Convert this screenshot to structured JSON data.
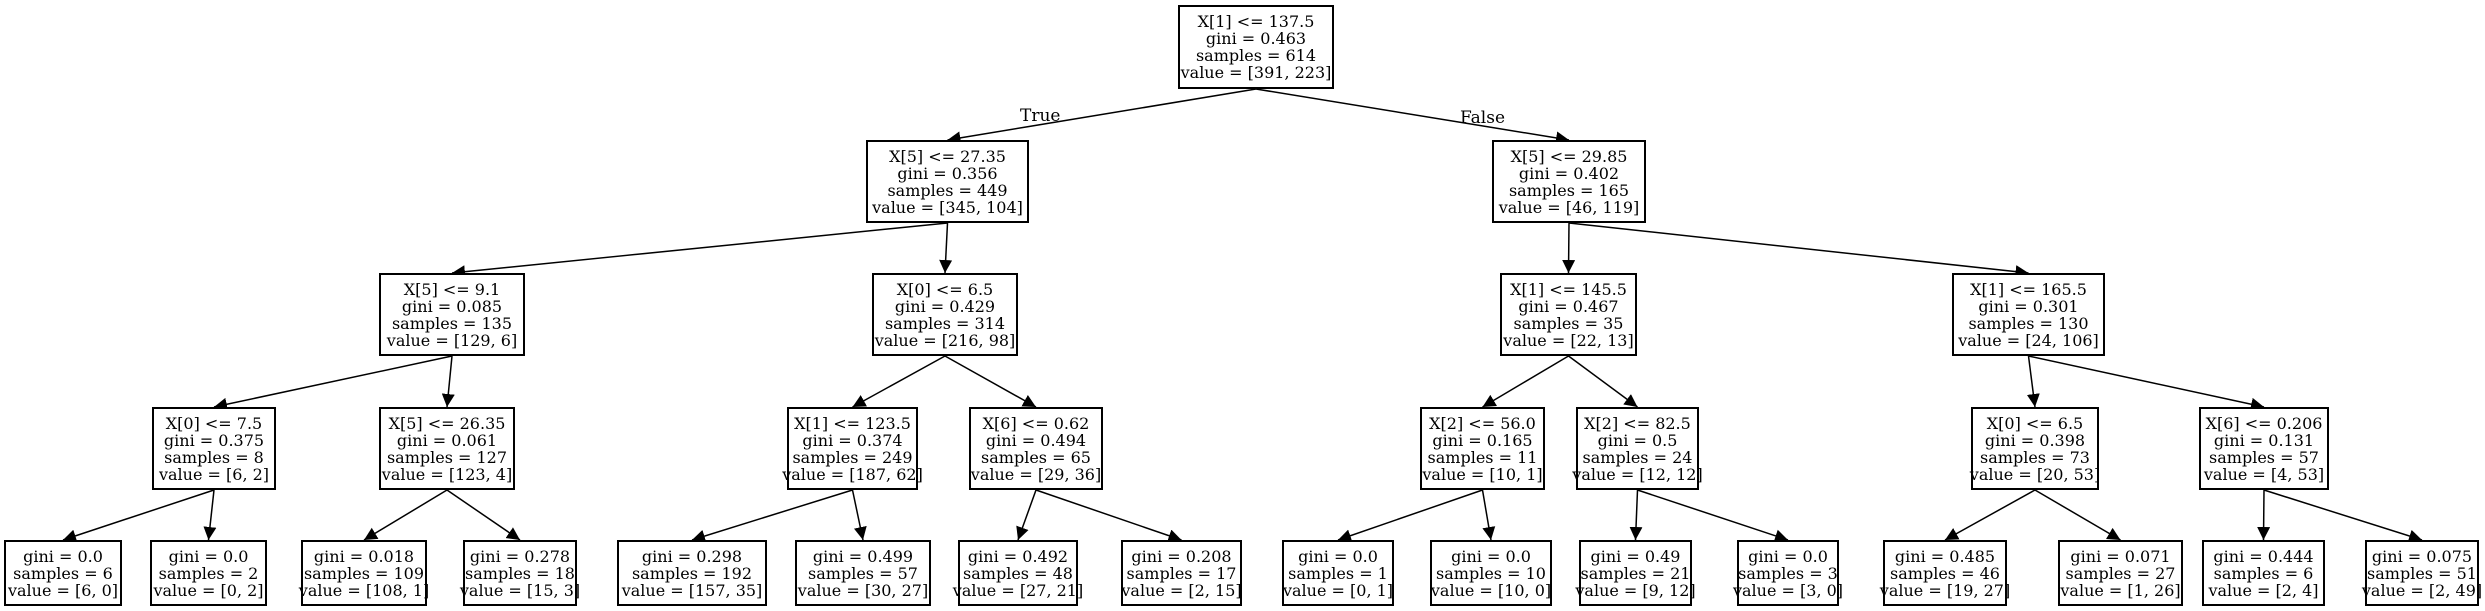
{
  "edge_labels": {
    "left": "True",
    "right": "False"
  },
  "nodes": [
    {
      "id": "n0",
      "lines": [
        "X[1] <= 137.5",
        "gini = 0.463",
        "samples = 614",
        "value = [391, 223]"
      ]
    },
    {
      "id": "n1",
      "lines": [
        "X[5] <= 27.35",
        "gini = 0.356",
        "samples = 449",
        "value = [345, 104]"
      ]
    },
    {
      "id": "n2",
      "lines": [
        "X[5] <= 29.85",
        "gini = 0.402",
        "samples = 165",
        "value = [46, 119]"
      ]
    },
    {
      "id": "n3",
      "lines": [
        "X[5] <= 9.1",
        "gini = 0.085",
        "samples = 135",
        "value = [129, 6]"
      ]
    },
    {
      "id": "n4",
      "lines": [
        "X[0] <= 6.5",
        "gini = 0.429",
        "samples = 314",
        "value = [216, 98]"
      ]
    },
    {
      "id": "n5",
      "lines": [
        "X[1] <= 145.5",
        "gini = 0.467",
        "samples = 35",
        "value = [22, 13]"
      ]
    },
    {
      "id": "n6",
      "lines": [
        "X[1] <= 165.5",
        "gini = 0.301",
        "samples = 130",
        "value = [24, 106]"
      ]
    },
    {
      "id": "n7",
      "lines": [
        "X[0] <= 7.5",
        "gini = 0.375",
        "samples = 8",
        "value = [6, 2]"
      ]
    },
    {
      "id": "n8",
      "lines": [
        "X[5] <= 26.35",
        "gini = 0.061",
        "samples = 127",
        "value = [123, 4]"
      ]
    },
    {
      "id": "n9",
      "lines": [
        "X[1] <= 123.5",
        "gini = 0.374",
        "samples = 249",
        "value = [187, 62]"
      ]
    },
    {
      "id": "n10",
      "lines": [
        "X[6] <= 0.62",
        "gini = 0.494",
        "samples = 65",
        "value = [29, 36]"
      ]
    },
    {
      "id": "n11",
      "lines": [
        "X[2] <= 56.0",
        "gini = 0.165",
        "samples = 11",
        "value = [10, 1]"
      ]
    },
    {
      "id": "n12",
      "lines": [
        "X[2] <= 82.5",
        "gini = 0.5",
        "samples = 24",
        "value = [12, 12]"
      ]
    },
    {
      "id": "n13",
      "lines": [
        "X[0] <= 6.5",
        "gini = 0.398",
        "samples = 73",
        "value = [20, 53]"
      ]
    },
    {
      "id": "n14",
      "lines": [
        "X[6] <= 0.206",
        "gini = 0.131",
        "samples = 57",
        "value = [4, 53]"
      ]
    },
    {
      "id": "n15",
      "lines": [
        "gini = 0.0",
        "samples = 6",
        "value = [6, 0]"
      ]
    },
    {
      "id": "n16",
      "lines": [
        "gini = 0.0",
        "samples = 2",
        "value = [0, 2]"
      ]
    },
    {
      "id": "n17",
      "lines": [
        "gini = 0.018",
        "samples = 109",
        "value = [108, 1]"
      ]
    },
    {
      "id": "n18",
      "lines": [
        "gini = 0.278",
        "samples = 18",
        "value = [15, 3]"
      ]
    },
    {
      "id": "n19",
      "lines": [
        "gini = 0.298",
        "samples = 192",
        "value = [157, 35]"
      ]
    },
    {
      "id": "n20",
      "lines": [
        "gini = 0.499",
        "samples = 57",
        "value = [30, 27]"
      ]
    },
    {
      "id": "n21",
      "lines": [
        "gini = 0.492",
        "samples = 48",
        "value = [27, 21]"
      ]
    },
    {
      "id": "n22",
      "lines": [
        "gini = 0.208",
        "samples = 17",
        "value = [2, 15]"
      ]
    },
    {
      "id": "n23",
      "lines": [
        "gini = 0.0",
        "samples = 1",
        "value = [0, 1]"
      ]
    },
    {
      "id": "n24",
      "lines": [
        "gini = 0.0",
        "samples = 10",
        "value = [10, 0]"
      ]
    },
    {
      "id": "n25",
      "lines": [
        "gini = 0.49",
        "samples = 21",
        "value = [9, 12]"
      ]
    },
    {
      "id": "n26",
      "lines": [
        "gini = 0.0",
        "samples = 3",
        "value = [3, 0]"
      ]
    },
    {
      "id": "n27",
      "lines": [
        "gini = 0.485",
        "samples = 46",
        "value = [19, 27]"
      ]
    },
    {
      "id": "n28",
      "lines": [
        "gini = 0.071",
        "samples = 27",
        "value = [1, 26]"
      ]
    },
    {
      "id": "n29",
      "lines": [
        "gini = 0.444",
        "samples = 6",
        "value = [2, 4]"
      ]
    },
    {
      "id": "n30",
      "lines": [
        "gini = 0.075",
        "samples = 51",
        "value = [2, 49]"
      ]
    }
  ],
  "edges": [
    [
      "n0",
      "n1"
    ],
    [
      "n0",
      "n2"
    ],
    [
      "n1",
      "n3"
    ],
    [
      "n1",
      "n4"
    ],
    [
      "n2",
      "n5"
    ],
    [
      "n2",
      "n6"
    ],
    [
      "n3",
      "n7"
    ],
    [
      "n3",
      "n8"
    ],
    [
      "n4",
      "n9"
    ],
    [
      "n4",
      "n10"
    ],
    [
      "n5",
      "n11"
    ],
    [
      "n5",
      "n12"
    ],
    [
      "n6",
      "n13"
    ],
    [
      "n6",
      "n14"
    ],
    [
      "n7",
      "n15"
    ],
    [
      "n7",
      "n16"
    ],
    [
      "n8",
      "n17"
    ],
    [
      "n8",
      "n18"
    ],
    [
      "n9",
      "n19"
    ],
    [
      "n9",
      "n20"
    ],
    [
      "n10",
      "n21"
    ],
    [
      "n10",
      "n22"
    ],
    [
      "n11",
      "n23"
    ],
    [
      "n11",
      "n24"
    ],
    [
      "n12",
      "n25"
    ],
    [
      "n12",
      "n26"
    ],
    [
      "n13",
      "n27"
    ],
    [
      "n13",
      "n28"
    ],
    [
      "n14",
      "n29"
    ],
    [
      "n14",
      "n30"
    ]
  ]
}
